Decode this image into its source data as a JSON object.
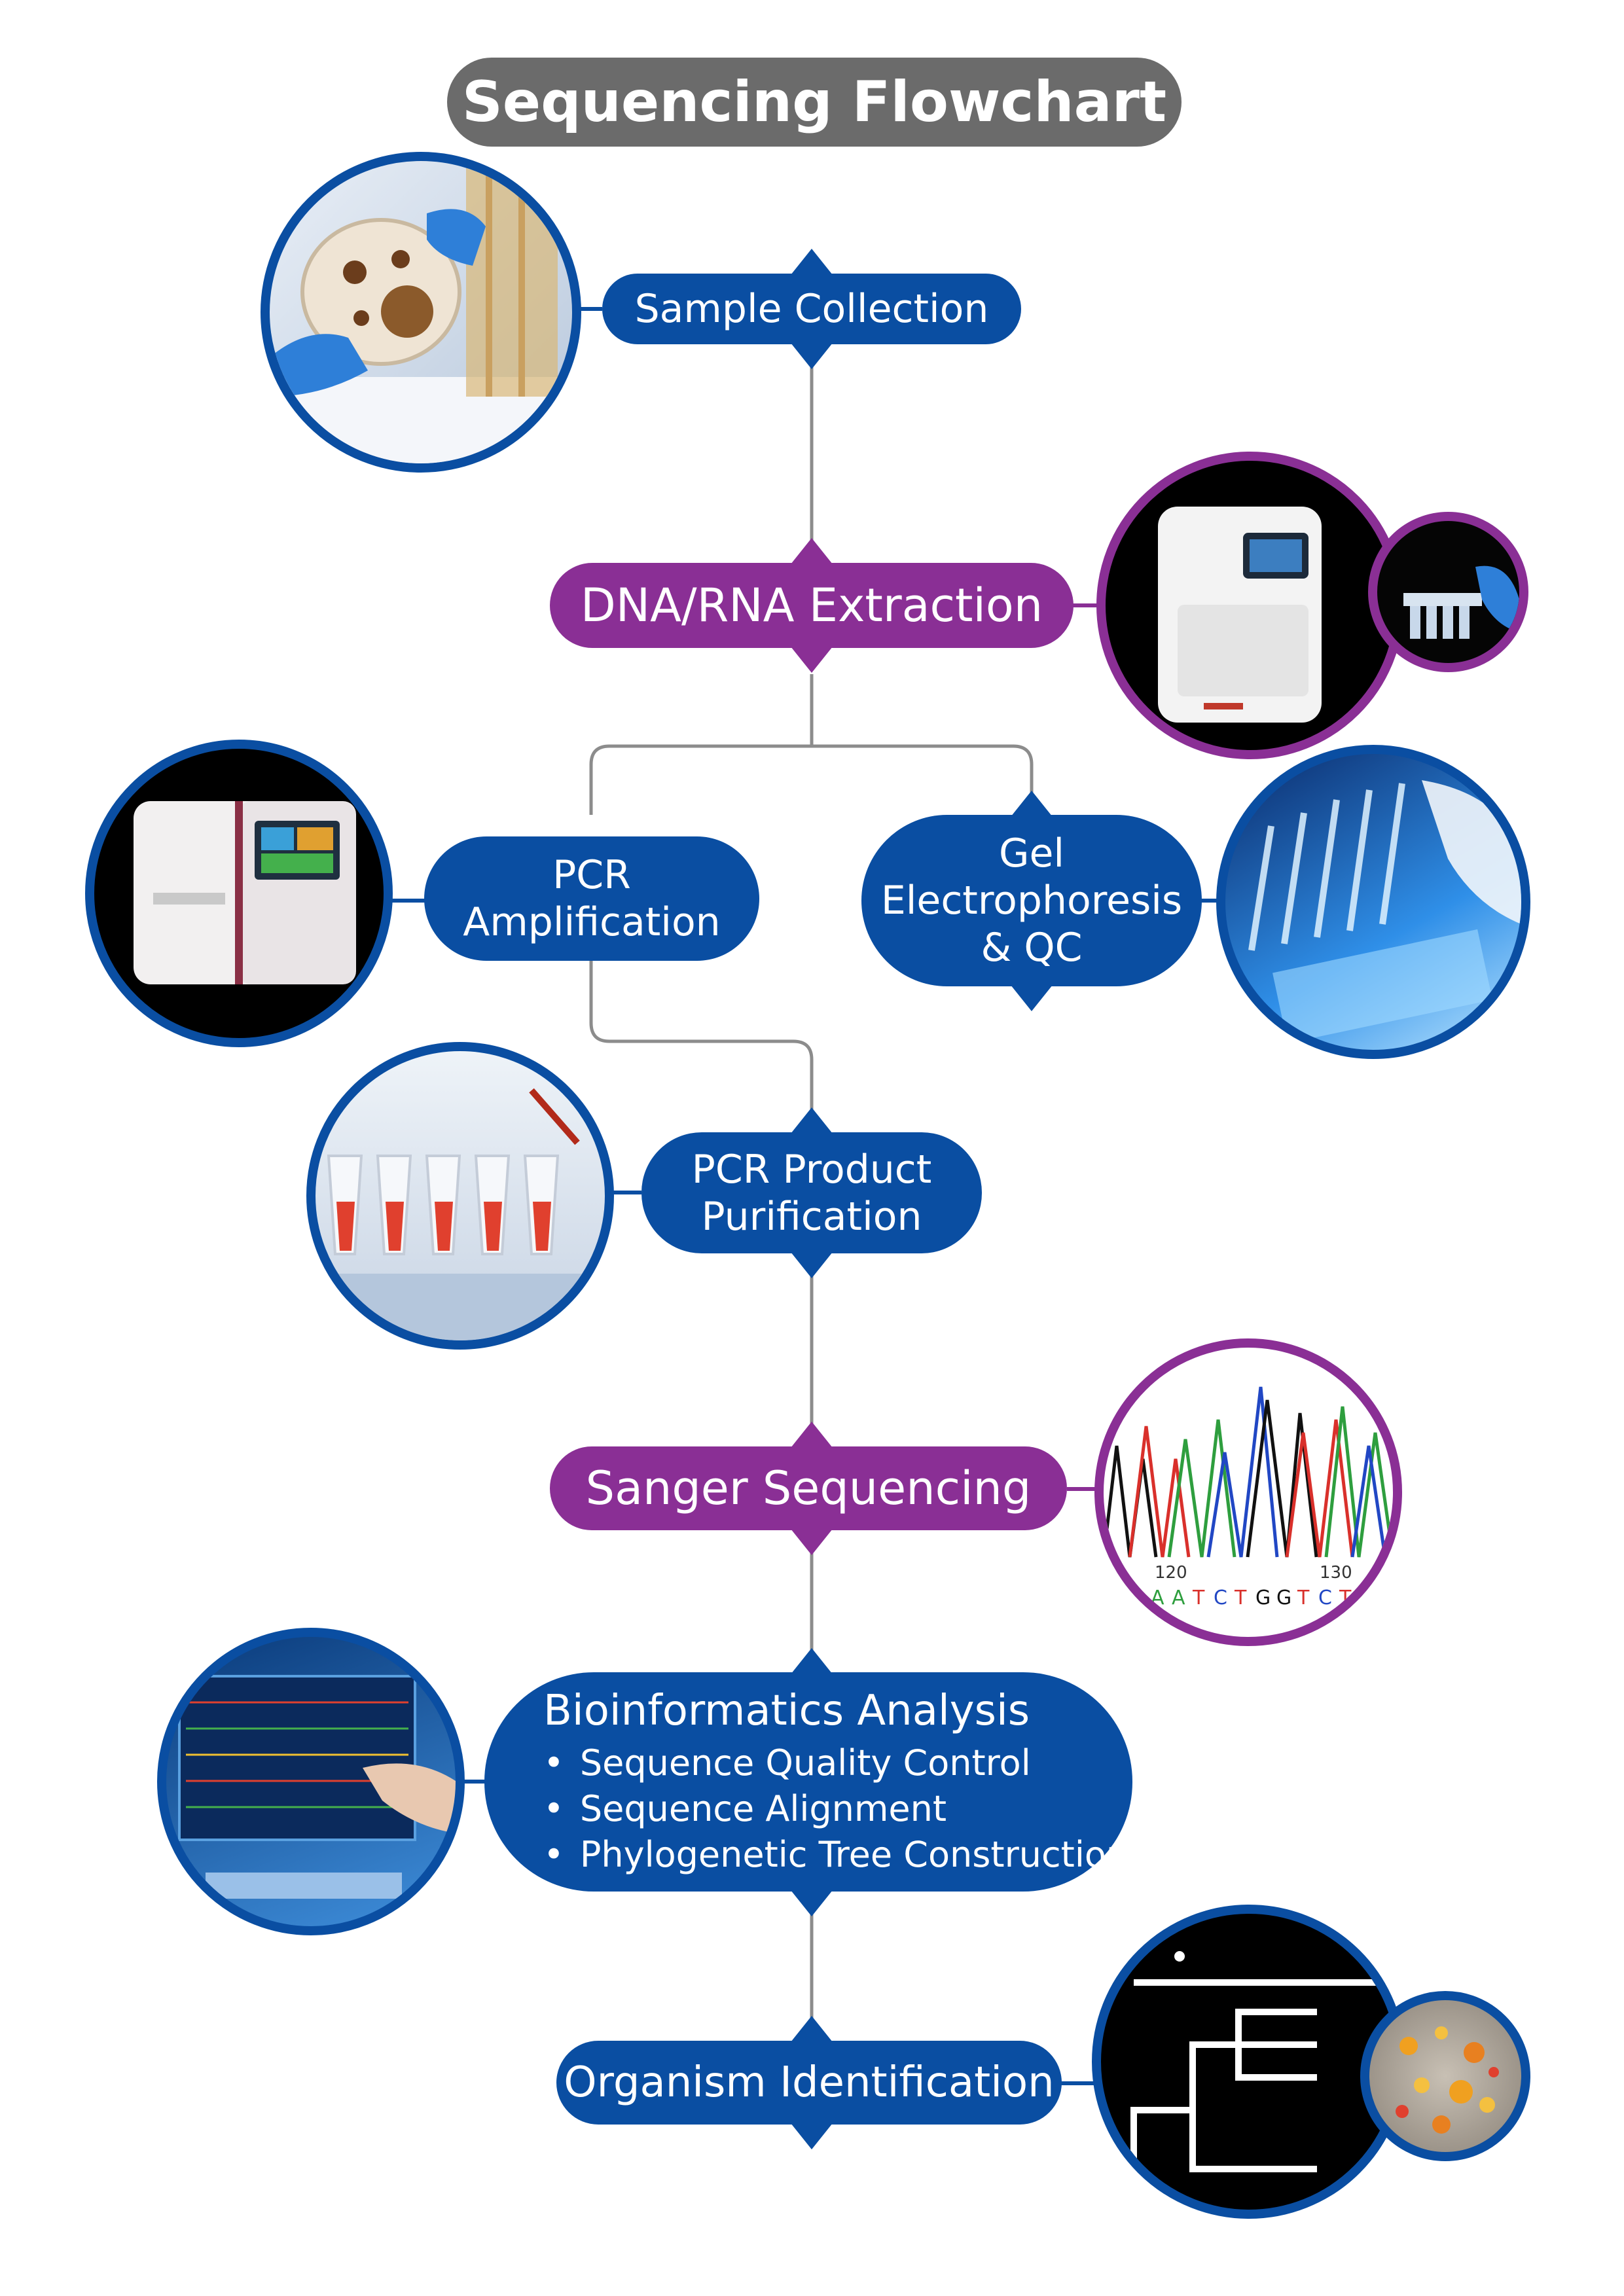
{
  "title": "Sequencing Flowchart",
  "colors": {
    "blue": "#0a4ea2",
    "purple": "#8a2f95",
    "gray": "#6b6b6b",
    "connector": "#8c8c8c"
  },
  "steps": {
    "sample_collection": {
      "label": "Sample Collection"
    },
    "extraction": {
      "label": "DNA/RNA Extraction"
    },
    "pcr": {
      "line1": "PCR",
      "line2": "Amplification"
    },
    "gel": {
      "line1": "Gel",
      "line2": "Electrophoresis",
      "line3": "& QC"
    },
    "purification": {
      "line1": "PCR Product",
      "line2": "Purification"
    },
    "sanger": {
      "label": "Sanger Sequencing"
    },
    "bioinformatics": {
      "label": "Bioinformatics Analysis",
      "items": [
        "Sequence Quality Control",
        "Sequence Alignment",
        "Phylogenetic Tree Construction"
      ]
    },
    "identification": {
      "label": "Organism Identification"
    }
  },
  "chromatogram": {
    "tick_labels": [
      "120",
      "130"
    ],
    "sequence": "TAAATCTGGTCTT",
    "base_colors": {
      "A": "#2e9e3e",
      "T": "#d9302b",
      "C": "#2147c4",
      "G": "#111111"
    }
  },
  "photos": [
    {
      "name": "sample-collection-photo",
      "icon": "petri-dish-icon"
    },
    {
      "name": "extraction-instrument-photo",
      "icon": "extraction-instrument-icon"
    },
    {
      "name": "tube-strip-photo",
      "icon": "tube-strip-icon"
    },
    {
      "name": "pcr-instrument-photo",
      "icon": "thermal-cycler-icon"
    },
    {
      "name": "gel-photo",
      "icon": "gel-electrophoresis-icon"
    },
    {
      "name": "purification-photo",
      "icon": "pcr-tubes-icon"
    },
    {
      "name": "chromatogram-photo",
      "icon": "chromatogram-icon"
    },
    {
      "name": "bioinformatics-photo",
      "icon": "monitor-data-icon"
    },
    {
      "name": "phylogenetic-tree-photo",
      "icon": "phylogenetic-tree-icon"
    },
    {
      "name": "colonies-photo",
      "icon": "bacterial-colonies-icon"
    }
  ]
}
